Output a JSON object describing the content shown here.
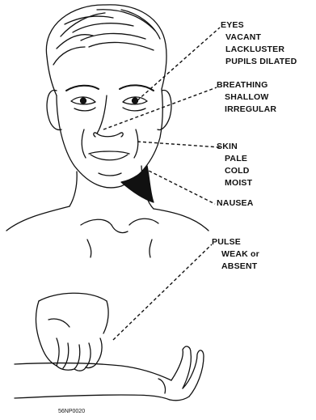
{
  "labels": {
    "eyes": {
      "heading": "EYES",
      "items": [
        "VACANT",
        "LACKLUSTER",
        "PUPILS DILATED"
      ]
    },
    "breathing": {
      "heading": "BREATHING",
      "items": [
        "SHALLOW",
        "IRREGULAR"
      ]
    },
    "skin": {
      "heading": "SKIN",
      "items": [
        "PALE",
        "COLD",
        "MOIST"
      ]
    },
    "nausea": {
      "heading": "NAUSEA"
    },
    "pulse": {
      "heading": "PULSE",
      "items": [
        "WEAK or",
        "ABSENT"
      ]
    }
  },
  "figure_code": "56NP0020",
  "colors": {
    "ink": "#111111",
    "background": "#ffffff"
  }
}
